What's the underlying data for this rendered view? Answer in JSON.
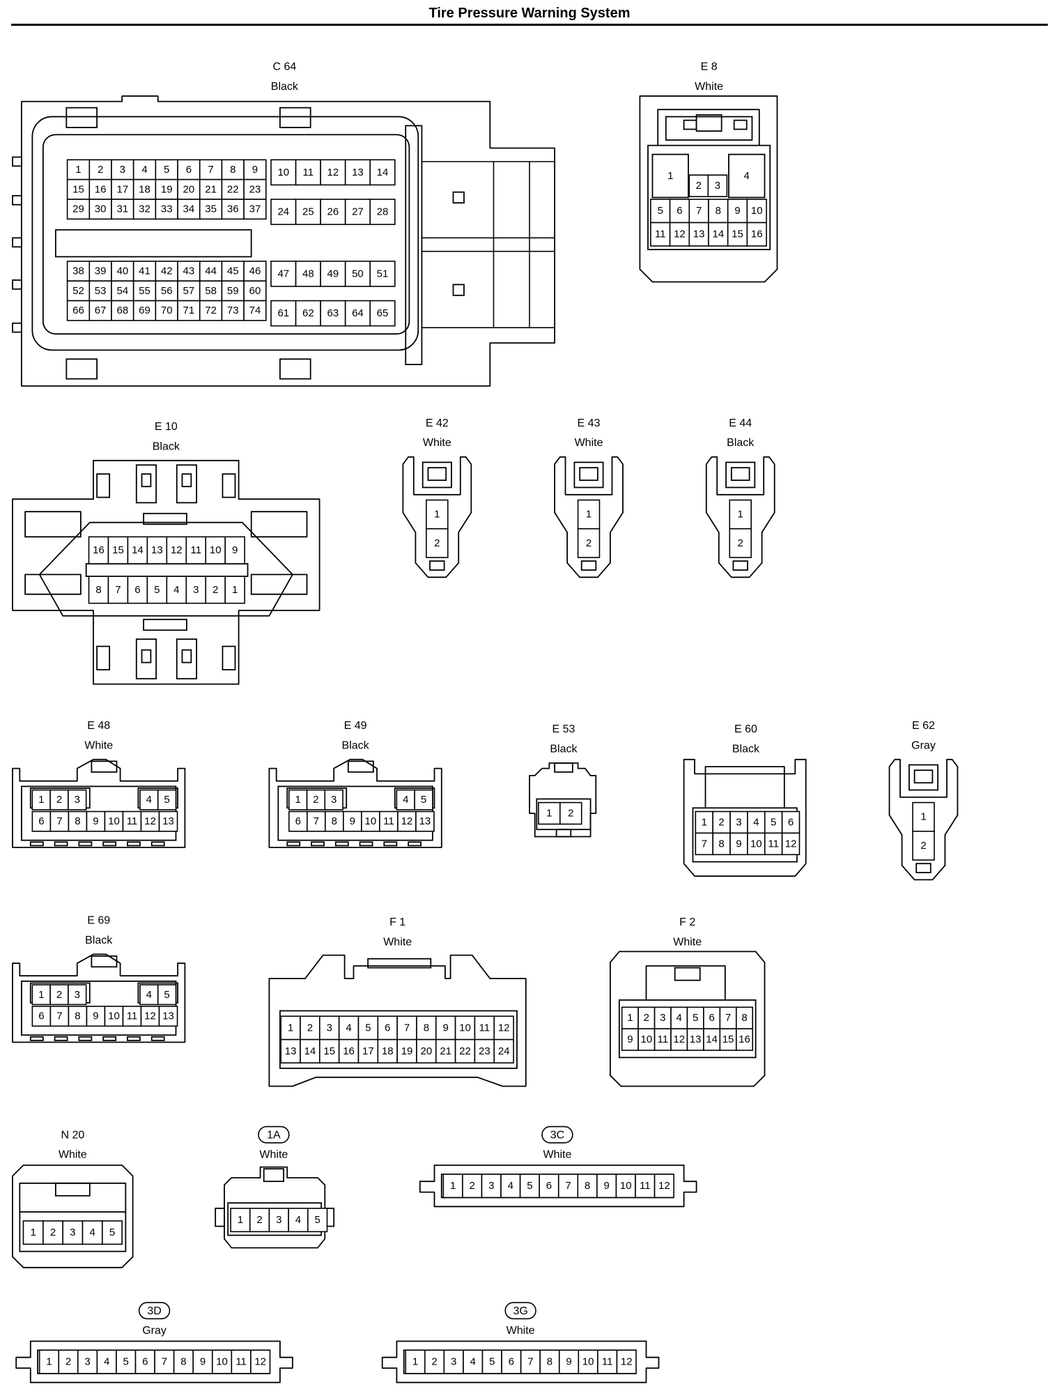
{
  "title": "Tire Pressure Warning System",
  "connectors": [
    {
      "key": "c64",
      "code": "C 64",
      "color": "Black"
    },
    {
      "key": "e8",
      "code": "E 8",
      "color": "White"
    },
    {
      "key": "e10",
      "code": "E 10",
      "color": "Black"
    },
    {
      "key": "e42",
      "code": "E 42",
      "color": "White"
    },
    {
      "key": "e43",
      "code": "E 43",
      "color": "White"
    },
    {
      "key": "e44",
      "code": "E 44",
      "color": "Black"
    },
    {
      "key": "e48",
      "code": "E 48",
      "color": "White"
    },
    {
      "key": "e49",
      "code": "E 49",
      "color": "Black"
    },
    {
      "key": "e53",
      "code": "E 53",
      "color": "Black"
    },
    {
      "key": "e60",
      "code": "E 60",
      "color": "Black"
    },
    {
      "key": "e62",
      "code": "E 62",
      "color": "Gray"
    },
    {
      "key": "e69",
      "code": "E 69",
      "color": "Black"
    },
    {
      "key": "f1",
      "code": "F 1",
      "color": "White"
    },
    {
      "key": "f2",
      "code": "F 2",
      "color": "White"
    },
    {
      "key": "n20",
      "code": "N 20",
      "color": "White"
    },
    {
      "key": "j1a",
      "code": "1A",
      "color": "White",
      "badge": true
    },
    {
      "key": "j3c",
      "code": "3C",
      "color": "White",
      "badge": true
    },
    {
      "key": "j3d",
      "code": "3D",
      "color": "Gray",
      "badge": true
    },
    {
      "key": "j3g",
      "code": "3G",
      "color": "White",
      "badge": true
    }
  ]
}
